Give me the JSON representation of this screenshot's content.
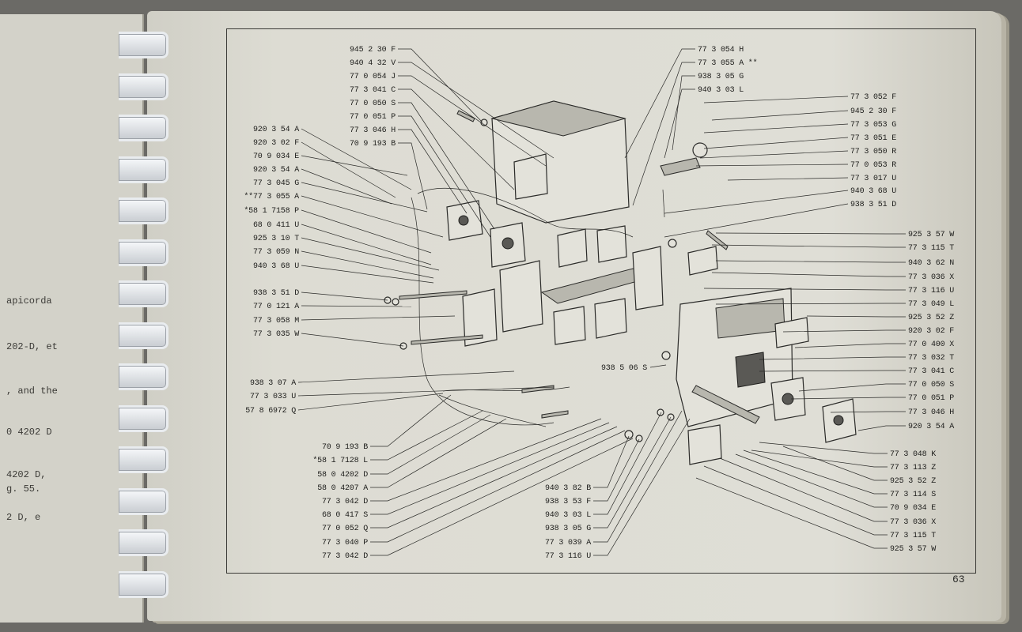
{
  "page_number": "63",
  "left_page_fragments": [
    "apicorda",
    "202-D, et",
    ", and the",
    "0 4202 D",
    "4202 D,",
    "g. 55.",
    "2 D, e"
  ],
  "callouts_left": [
    {
      "code": "945 2 30 F"
    },
    {
      "code": "940 4 32 V"
    },
    {
      "code": "77 0 054 J"
    },
    {
      "code": "77 3 041 C"
    },
    {
      "code": "77 0 050 S"
    },
    {
      "code": "77 0 051 P"
    },
    {
      "code": "77 3 046 H"
    },
    {
      "code": "70 9 193 B"
    },
    {
      "code": "920 3 54 A"
    },
    {
      "code": "920 3 02 F"
    },
    {
      "code": "70 9 034 E"
    },
    {
      "code": "920 3 54 A"
    },
    {
      "code": "77 3 045 G"
    },
    {
      "code": "**77 3 055 A"
    },
    {
      "code": "*58 1 7158 P"
    },
    {
      "code": "68 0 411 U"
    },
    {
      "code": "925 3 10 T"
    },
    {
      "code": "77 3 059 N"
    },
    {
      "code": "940 3 68 U"
    },
    {
      "code": "938 3 51 D"
    },
    {
      "code": "77 0 121 A"
    },
    {
      "code": "77 3 058 M"
    },
    {
      "code": "77 3 035 W"
    },
    {
      "code": "938 3 07 A"
    },
    {
      "code": "77 3 033 U"
    },
    {
      "code": "57 8 6972 Q"
    }
  ],
  "callouts_bottom_left": [
    {
      "code": "70 9 193 B"
    },
    {
      "code": "*58 1 7128 L"
    },
    {
      "code": "58 0 4202 D"
    },
    {
      "code": "58 0 4207 A"
    },
    {
      "code": "77 3 042 D"
    },
    {
      "code": "68 0 417 S"
    },
    {
      "code": "77 0 052 Q"
    },
    {
      "code": "77 3 040 P"
    },
    {
      "code": "77 3 042 D"
    }
  ],
  "callouts_bottom_center": [
    {
      "code": "940 3 82 B"
    },
    {
      "code": "938 3 53 F"
    },
    {
      "code": "940 3 03 L"
    },
    {
      "code": "938 3 05 G"
    },
    {
      "code": "77 3 039 A"
    },
    {
      "code": "77 3 116 U"
    }
  ],
  "callouts_top_center": [
    {
      "code": "77 3 054 H"
    },
    {
      "code": "77 3 055 A **"
    },
    {
      "code": "938 3 05 G"
    },
    {
      "code": "940 3 03 L"
    }
  ],
  "callout_mid": {
    "code": "938 5 06 S"
  },
  "callouts_right": [
    {
      "code": "77 3 052 F"
    },
    {
      "code": "945 2 30 F"
    },
    {
      "code": "77 3 053 G"
    },
    {
      "code": "77 3 051 E"
    },
    {
      "code": "77 3 050 R"
    },
    {
      "code": "77 0 053 R"
    },
    {
      "code": "77 3 017 U"
    },
    {
      "code": "940 3 68 U"
    },
    {
      "code": "938 3 51 D"
    },
    {
      "code": "925 3 57 W"
    },
    {
      "code": "77 3 115 T"
    },
    {
      "code": "940 3 62 N"
    },
    {
      "code": "77 3 036 X"
    },
    {
      "code": "77 3 116 U"
    },
    {
      "code": "77 3 049 L"
    },
    {
      "code": "925 3 52 Z"
    },
    {
      "code": "920 3 02 F"
    },
    {
      "code": "77 0 400 X"
    },
    {
      "code": "77 3 032 T"
    },
    {
      "code": "77 3 041 C"
    },
    {
      "code": "77 0 050 S"
    },
    {
      "code": "77 0 051 P"
    },
    {
      "code": "77 3 046 H"
    },
    {
      "code": "920 3 54 A"
    },
    {
      "code": "77 3 048 K"
    },
    {
      "code": "77 3 113 Z"
    },
    {
      "code": "925 3 52 Z"
    },
    {
      "code": "77 3 114 S"
    },
    {
      "code": "70 9 034 E"
    },
    {
      "code": "77 3 036 X"
    },
    {
      "code": "77 3 115 T"
    },
    {
      "code": "925 3 57 W"
    }
  ]
}
